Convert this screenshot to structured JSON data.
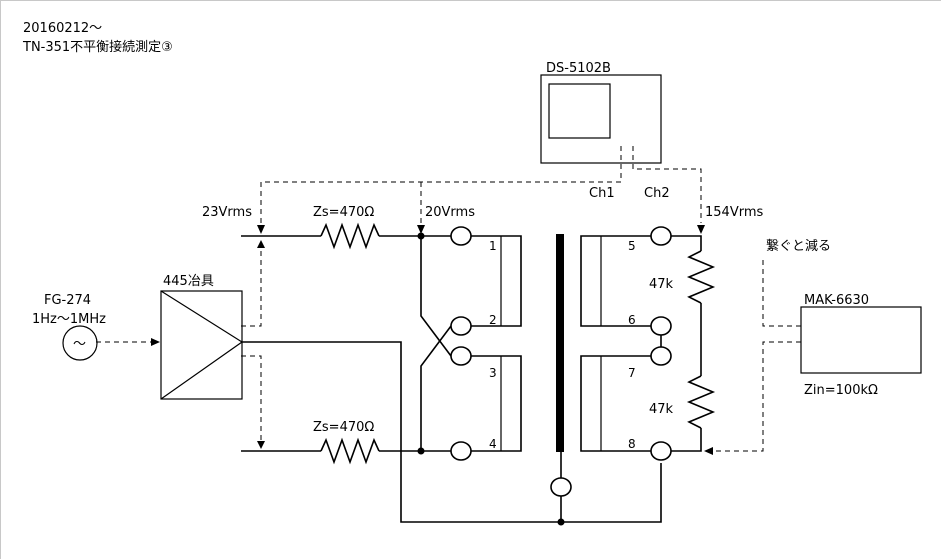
{
  "header": {
    "date": "20160212～",
    "title": "TN-351不平衡接続測定③"
  },
  "instruments": {
    "oscilloscope": "DS-5102B",
    "ch1": "Ch1",
    "ch2": "Ch2",
    "generator": "FG-274",
    "generator_range": "1Hz～1MHz",
    "generator_symbol": "～",
    "fixture": "445冶具",
    "meter": "MAK-6630",
    "meter_impedance": "Zin=100kΩ"
  },
  "measurements": {
    "input_voltage": "23Vrms",
    "primary_voltage": "20Vrms",
    "output_voltage": "154Vrms"
  },
  "components": {
    "zs_top": "Zs=470Ω",
    "zs_bottom": "Zs=470Ω",
    "r_top": "47k",
    "r_bottom": "47k",
    "note": "繋ぐと減る"
  },
  "pins": {
    "p1": "1",
    "p2": "2",
    "p3": "3",
    "p4": "4",
    "p5": "5",
    "p6": "6",
    "p7": "7",
    "p8": "8"
  }
}
